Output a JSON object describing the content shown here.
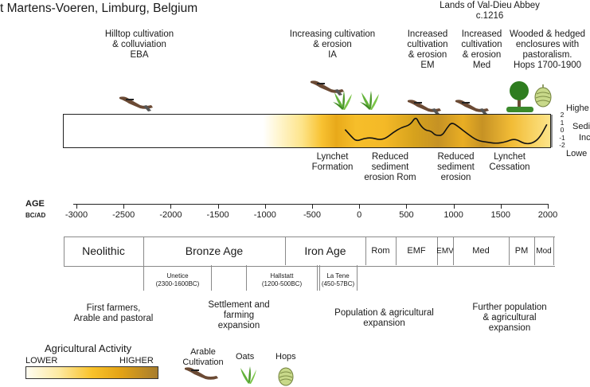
{
  "title": "t Martens-Voeren, Limburg, Belgium",
  "top_annotations": {
    "abbey": [
      "Lands of Val-Dieu Abbey",
      "c.1216"
    ],
    "hilltop": [
      "Hilltop cultivation",
      "& colluviation",
      "EBA"
    ],
    "iron_age": [
      "Increasing cultivation",
      "& erosion",
      "IA"
    ],
    "em": [
      "Increased",
      "cultivation",
      "& erosion",
      "EM"
    ],
    "med": [
      "Increased",
      "cultivation",
      "& erosion",
      "Med"
    ],
    "wooded": [
      "Wooded & hedged",
      "enclosures with",
      "pastoralism.",
      "Hops 1700-1900"
    ]
  },
  "band": {
    "right_labels": {
      "higher": "Highe",
      "sedi": "Sedi",
      "inc": "Inc",
      "lower": "Lowe"
    },
    "axis_ticks": [
      "2",
      "1",
      "0",
      "-1",
      "-2"
    ],
    "curve_y": [
      0.2,
      -0.8,
      -1.4,
      -1.0,
      -0.9,
      -1.2,
      -1.0,
      -0.2,
      0.5,
      0.8,
      2.0,
      0.9,
      0.1,
      0.0,
      -0.5,
      -0.6,
      -0.6,
      0.4,
      1.2,
      0.6,
      -0.4,
      -1.3,
      -1.5,
      -1.7,
      -1.5,
      -1.0,
      -1.8,
      -1.6,
      -0.8,
      0.9
    ],
    "curve_x_years": [
      -150,
      -80,
      -30,
      50,
      130,
      210,
      280,
      360,
      450,
      540,
      600,
      640,
      700,
      760,
      800,
      830,
      880,
      930,
      980,
      1050,
      1150,
      1250,
      1350,
      1450,
      1550,
      1650,
      1760,
      1850,
      1920,
      1990
    ]
  },
  "below_band": {
    "lynchet_formation": [
      "Lynchet",
      "Formation"
    ],
    "reduced_rom": [
      "Reduced",
      "sediment",
      "erosion Rom"
    ],
    "reduced_sediment": [
      "Reduced",
      "sediment",
      "erosion"
    ],
    "lynchet_cessation": [
      "Lynchet",
      "Cessation"
    ]
  },
  "age_axis": {
    "label": "AGE",
    "unit": "BC/AD",
    "ticks": [
      "-3000",
      "-2500",
      "-2000",
      "-1500",
      "-1000",
      "-500",
      "0",
      "500",
      "1000",
      "1500",
      "2000"
    ]
  },
  "periods": {
    "neolithic": "Neolithic",
    "bronze_age": "Bronze Age",
    "iron_age": "Iron Age",
    "rom": "Rom",
    "emf": "EMF",
    "emv": "EMV",
    "med": "Med",
    "pm": "PM",
    "mod": "Mod"
  },
  "sub_periods": {
    "unetice": [
      "Unetice",
      "(2300-1600BC)"
    ],
    "hallstatt": [
      "Hallstatt",
      "(1200-500BC)"
    ],
    "la_tene": [
      "La Tene",
      "(450-57BC)"
    ]
  },
  "notes": {
    "first_farmers": [
      "First farmers,",
      "Arable and pastoral"
    ],
    "settlement": [
      "Settlement and",
      "farming",
      "expansion"
    ],
    "population": [
      "Population & agricultural",
      "expansion"
    ],
    "further": [
      "Further population",
      "& agricultural",
      "expansion"
    ]
  },
  "legend": {
    "title": "Agricultural Activity",
    "lower": "LOWER",
    "higher": "HIGHER",
    "arable": [
      "Arable",
      "Cultivation"
    ],
    "oats": "Oats",
    "hops": "Hops"
  },
  "colors": {
    "band_high": "#f9c22a",
    "band_dark": "#c8921a",
    "hop": "#c8d98a",
    "oats": "#63b33a",
    "tree": "#2e7d1f"
  }
}
